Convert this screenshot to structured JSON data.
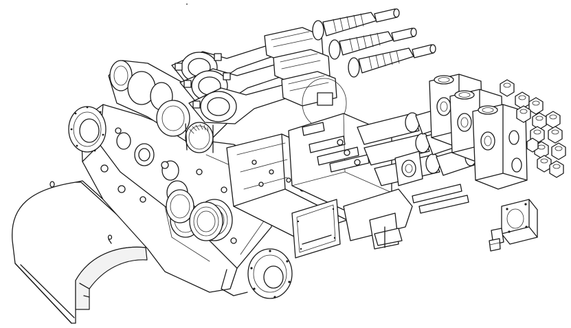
{
  "drawing": {
    "style": "isometric exploded line drawing",
    "colors": {
      "background": "#ffffff",
      "line": "#1a1a1a",
      "shade": "#f2f2f2"
    },
    "components": {
      "crankcase_cover": {
        "icon": "curved-cover-panel-icon"
      },
      "crankcase_housing": {
        "icon": "housing-block-icon"
      },
      "crankshaft": {
        "icon": "crankshaft-icon"
      },
      "connecting_rods": {
        "count": 3,
        "icon": "connecting-rod-icon"
      },
      "crossheads": {
        "count": 3,
        "icon": "crosshead-icon"
      },
      "pony_rods": {
        "count": 3,
        "icon": "threaded-rod-icon"
      },
      "crosshead_frame": {
        "icon": "frame-block-icon"
      },
      "inspection_cover": {
        "icon": "rectangular-cover-icon"
      },
      "plungers": {
        "count": 3,
        "icon": "plunger-icon"
      },
      "fluid_end_modules": {
        "count": 3,
        "icon": "fluid-end-block-icon"
      },
      "valve_caps": {
        "count": 13,
        "icon": "hex-nut-icon"
      },
      "square_flange_cover": {
        "icon": "square-flange-icon"
      },
      "bearing_rings": {
        "icon": "bearing-ring-icon"
      },
      "end_flanges": {
        "icon": "round-flange-icon"
      }
    }
  }
}
